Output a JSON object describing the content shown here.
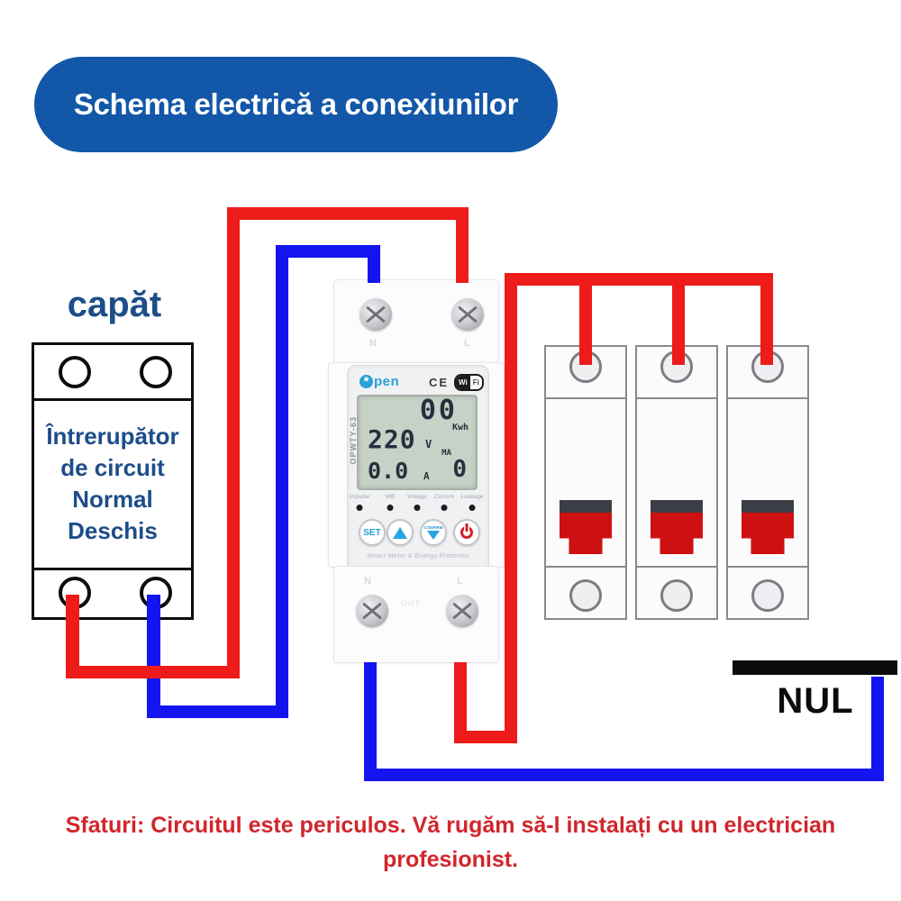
{
  "title": "Schema electrică a conexiunilor",
  "left_section": {
    "heading": "capăt",
    "breaker_label_lines": [
      "Întrerupător",
      "de circuit",
      "Normal",
      "Deschis"
    ]
  },
  "meter": {
    "brand_icon": "gear-icon",
    "brand_o": "o",
    "brand_text": "pen",
    "ce_mark": "CE",
    "wifi_badge_left": "Wi",
    "wifi_badge_right": "Fi",
    "model": "OPWTY-63",
    "lcd": {
      "energy": "00",
      "energy_unit": "Kwh",
      "voltage": "220",
      "voltage_unit": "V",
      "current": "0.0",
      "current_unit": "A",
      "leakage_label": "MA",
      "leakage_value": "0"
    },
    "indicators": [
      "Impulse",
      "Wifi",
      "Voltage",
      "Current",
      "Leakage"
    ],
    "buttons": {
      "set": "SET",
      "confirm": "CONFIRM"
    },
    "tagline": "Smart Meter & Energy Protector",
    "terminals": {
      "top_left": "N",
      "top_right": "L",
      "bottom_left": "N",
      "bottom_right": "L",
      "bottom_center": "OUT"
    }
  },
  "busbar_label": "NUL",
  "warning": "Sfaturi: Circuitul este periculos. Vă rugăm să-l instalați cu un electrician profesionist.",
  "colors": {
    "banner_bg": "#1257a8",
    "heading_blue": "#1d4d8a",
    "wire_red": "#ee1b1b",
    "wire_blue": "#1414f0",
    "switch_red": "#ce1110",
    "warning_red": "#d2252b",
    "lcd_bg": "#c6d2c7",
    "brand_blue": "#2a9fd8",
    "busbar_black": "#0b0b0b"
  }
}
